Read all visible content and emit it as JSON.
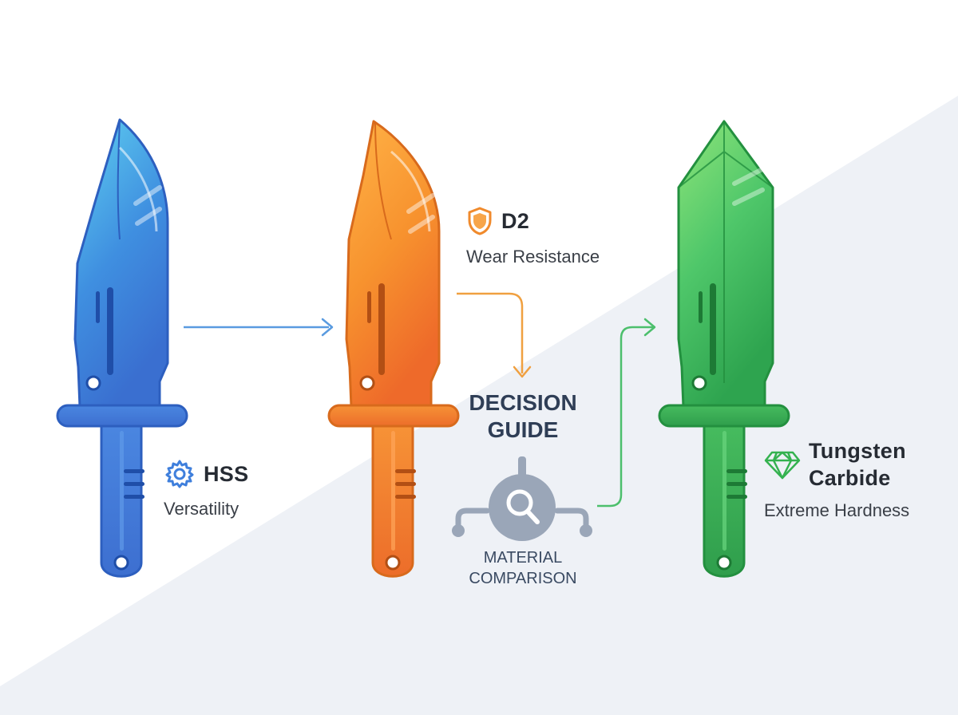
{
  "colors": {
    "hss": "#3f7fdc",
    "d2": "#f08a2c",
    "carbide": "#34b24f",
    "guide": "#9aa6b8",
    "background_band": "#eef1f6"
  },
  "materials": [
    {
      "id": "hss",
      "name": "HSS",
      "property": "Versatility",
      "icon": "gear-icon"
    },
    {
      "id": "d2",
      "name": "D2",
      "property": "Wear Resistance",
      "icon": "shield-icon"
    },
    {
      "id": "carbide",
      "name_line1": "Tungsten",
      "name_line2": "Carbide",
      "property": "Extreme Hardness",
      "icon": "diamond-icon"
    }
  ],
  "guide": {
    "title_line1": "DECISION",
    "title_line2": "GUIDE",
    "subtitle_line1": "MATERIAL",
    "subtitle_line2": "COMPARISON",
    "icon": "magnifier-icon"
  }
}
